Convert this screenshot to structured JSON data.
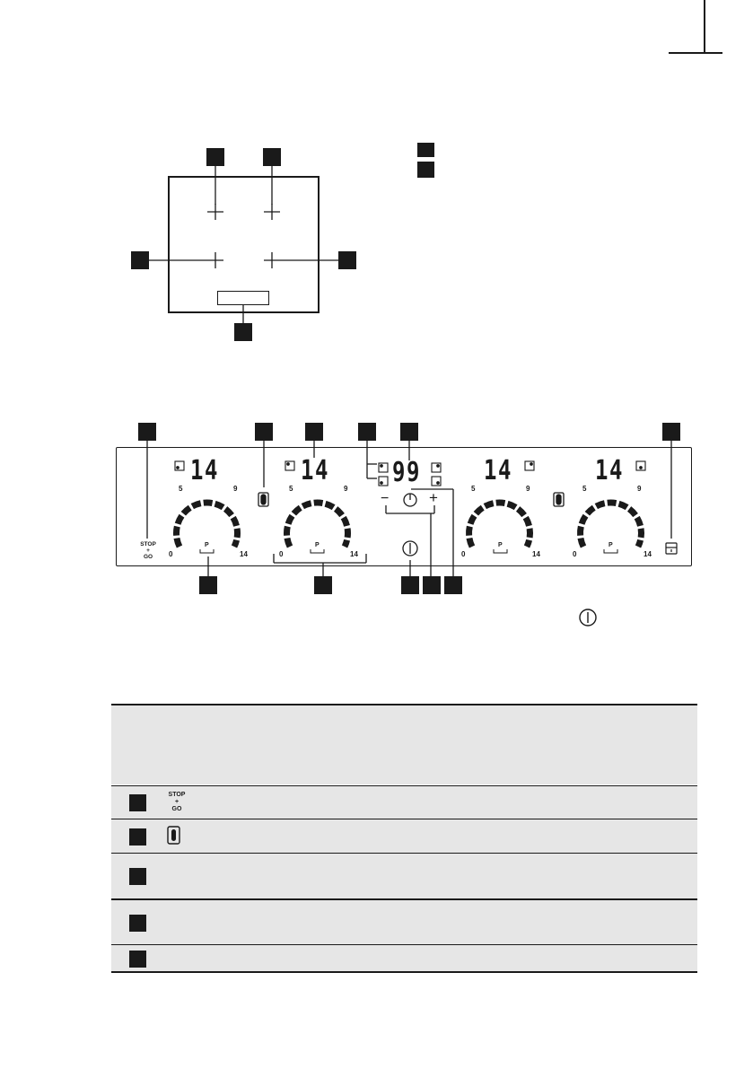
{
  "diagram": {
    "stop_go_label": "STOP\n+\nGO",
    "displays": {
      "zone1": "14",
      "zone2": "14",
      "timer": "99",
      "zone3": "14",
      "zone4": "14"
    },
    "dial_labels": {
      "low": "0",
      "mid1": "5",
      "mid2": "9",
      "high": "14",
      "pause": "P"
    },
    "timer_minus": "−",
    "timer_plus": "+"
  },
  "table": {
    "rows": [
      {
        "symbol": "STOP\n+\nGO",
        "icon": "stop-go-icon"
      },
      {
        "symbol": "",
        "icon": "bridge-icon"
      },
      {
        "symbol": "",
        "icon": ""
      },
      {
        "symbol": "",
        "icon": ""
      },
      {
        "symbol": "",
        "icon": ""
      }
    ]
  },
  "icons": [
    "crosshair-icon",
    "power-icon",
    "clock-icon",
    "lock-icon",
    "bridge-icon",
    "zone-indicator-icon"
  ]
}
